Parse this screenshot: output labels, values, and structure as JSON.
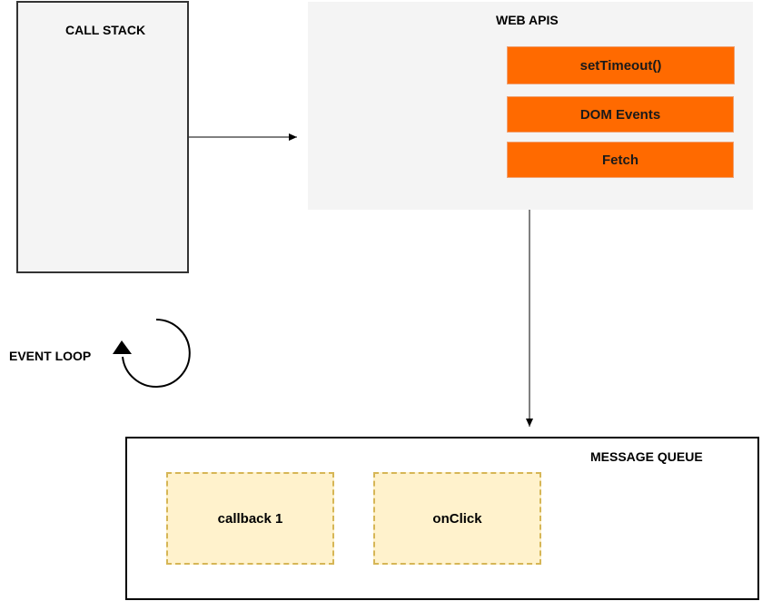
{
  "call_stack": {
    "title": "CALL STACK"
  },
  "web_apis": {
    "title": "WEB APIS",
    "items": [
      "setTimeout()",
      "DOM Events",
      "Fetch"
    ]
  },
  "event_loop": {
    "label": "EVENT LOOP"
  },
  "message_queue": {
    "title": "MESSAGE QUEUE",
    "items": [
      "callback 1",
      "onClick"
    ]
  },
  "colors": {
    "api_fill": "#ff6a00",
    "task_fill": "#fff2cc",
    "task_border": "#d6b656",
    "panel_fill": "#f4f4f4"
  }
}
